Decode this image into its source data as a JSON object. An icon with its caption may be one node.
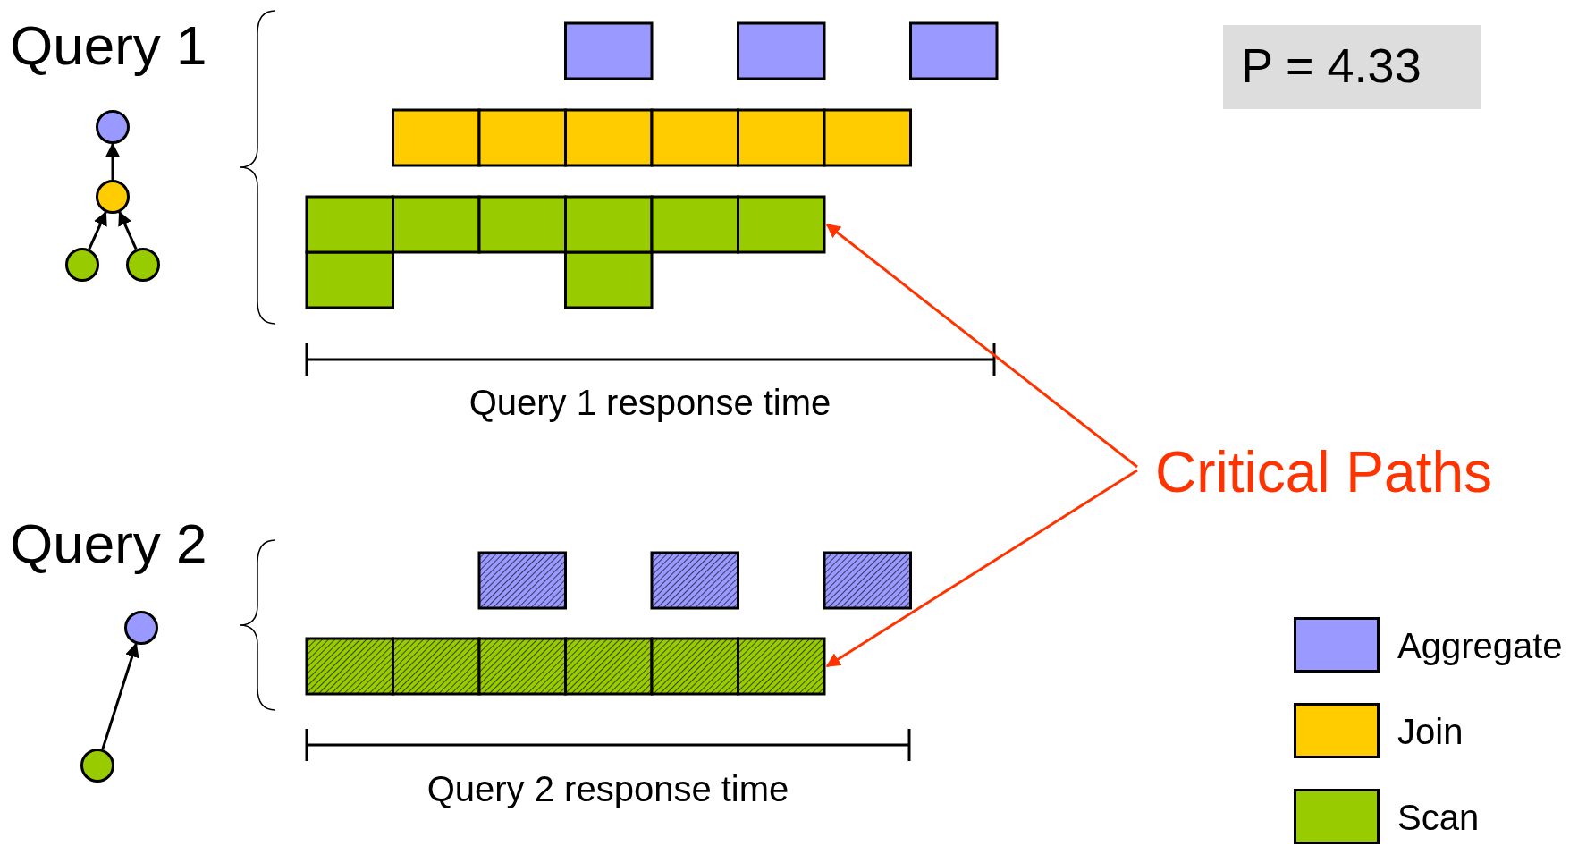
{
  "diagram": {
    "nodes": [
      {
        "text": [],
        "shape": "circle"
      },
      {
        "text": [],
        "shape": "circle"
      },
      {
        "text": [],
        "shape": "circle"
      },
      {
        "text": [],
        "shape": "circle"
      },
      {
        "text": [],
        "shape": "circle"
      },
      {
        "text": [],
        "shape": "circle"
      },
      {
        "text": [
          "Critical Paths"
        ]
      },
      {
        "text": [
          "P = 4.33"
        ]
      },
      {
        "text": [],
        "shape": "bar"
      },
      {
        "text": [],
        "shape": "bar"
      }
    ],
    "edges": [
      {
        "from": 1,
        "to": 0,
        "arrow": "to"
      },
      {
        "from": 2,
        "to": 1,
        "arrow": "to"
      },
      {
        "from": 3,
        "to": 1,
        "arrow": "to"
      },
      {
        "from": 5,
        "to": 4,
        "arrow": "to"
      },
      {
        "from": 6,
        "to": 8,
        "arrow": "to",
        "color": "#ff3300"
      },
      {
        "from": 6,
        "to": 9,
        "arrow": "to",
        "color": "#ff3300"
      }
    ],
    "labels": [
      "Query 1",
      "Query 1 response time",
      "Query 2",
      "Query 2 response time"
    ],
    "legend": [
      {
        "text": "Aggregate",
        "color": "#9999ff"
      },
      {
        "text": "Join",
        "color": "#ffcc00"
      },
      {
        "text": "Scan",
        "color": "#99cc00"
      }
    ]
  }
}
